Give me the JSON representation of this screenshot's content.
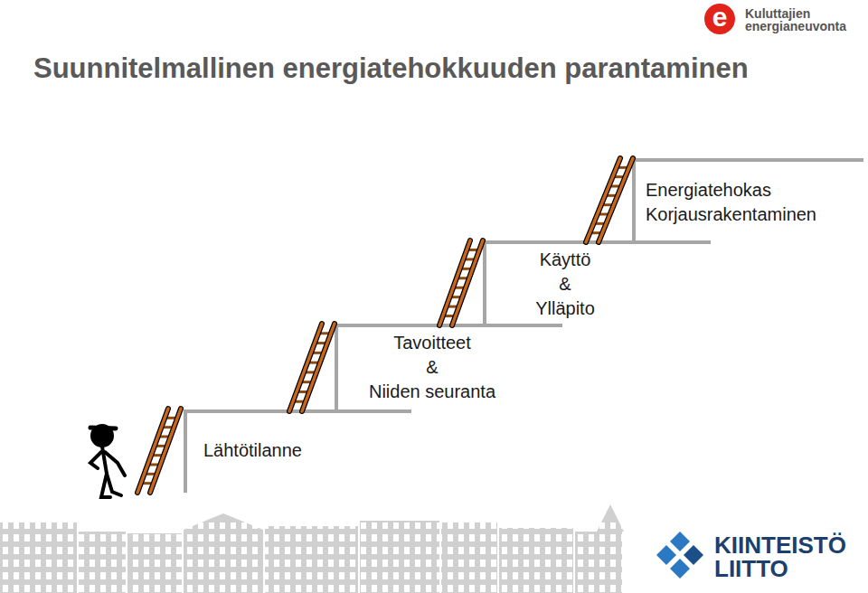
{
  "diagram": {
    "title": "Suunnitelmallinen energiatehokkuuden parantaminen",
    "labels": [
      "Lähtötilanne",
      "Tavoitteet",
      "&",
      "Niiden seuranta",
      "Käyttö",
      "&",
      "Ylläpito",
      "Energiatehokas",
      "Korjausrakentaminen",
      "e",
      "Kuluttajien",
      "energianeuvonta",
      "KIINTEISTÖ",
      "LIITTO"
    ]
  }
}
